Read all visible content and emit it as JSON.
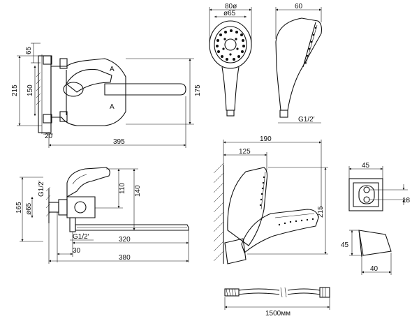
{
  "labels": {
    "top_h65": "65",
    "top_h215": "215",
    "top_h150": "150",
    "top_h175": "175",
    "top_w20": "20",
    "top_w395": "395",
    "head_w80": "80ø",
    "head_w65": "ø65",
    "head_d60": "60",
    "head_thread": "G1/2′",
    "side_thread_top": "G1/2′",
    "side_h165": "165",
    "side_h65": "ø65",
    "side_h110": "110",
    "side_h140": "140",
    "side_thread_bottom": "G1/2′",
    "side_w320": "320",
    "side_w30": "30",
    "side_w380": "380",
    "wall_w190": "190",
    "wall_w125": "125",
    "wall_h215": "215",
    "bracket_w45": "45",
    "bracket_h18": "18",
    "bracket_h45": "45",
    "bracket_w40": "40",
    "hose_len": "1500мм"
  }
}
